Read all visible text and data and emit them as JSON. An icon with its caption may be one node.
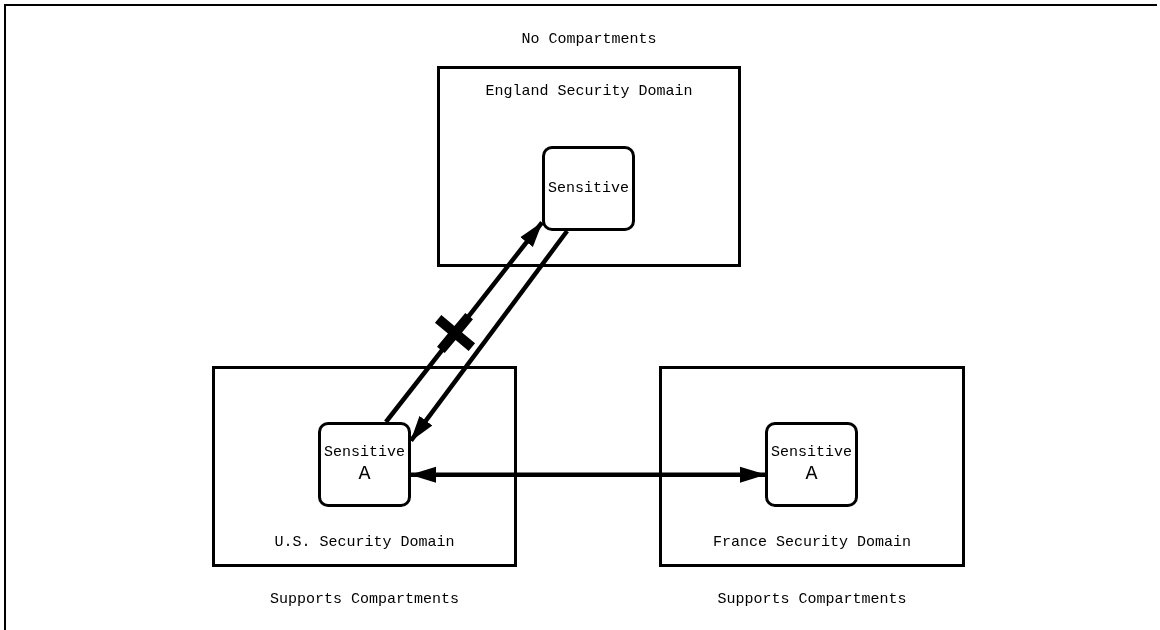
{
  "diagram": {
    "nodes": [
      {
        "text": [
          "England Security Domain"
        ],
        "beside": [
          "No Compartments"
        ]
      },
      {
        "text": [
          "Sensitive"
        ],
        "in": 0
      },
      {
        "text": [
          "U.S. Security Domain"
        ],
        "beside": [
          "Supports Compartments"
        ]
      },
      {
        "text": [
          "Sensitive",
          "A"
        ],
        "in": 2
      },
      {
        "text": [
          "France Security Domain"
        ],
        "beside": [
          "Supports Compartments"
        ]
      },
      {
        "text": [
          "Sensitive",
          "A"
        ],
        "in": 4
      }
    ],
    "edges": [
      {
        "from": 3,
        "to": 1,
        "arrow": "to"
      },
      {
        "from": 1,
        "to": 3,
        "arrow": "to"
      },
      {
        "from": 3,
        "to": 5,
        "arrow": "both"
      }
    ]
  }
}
